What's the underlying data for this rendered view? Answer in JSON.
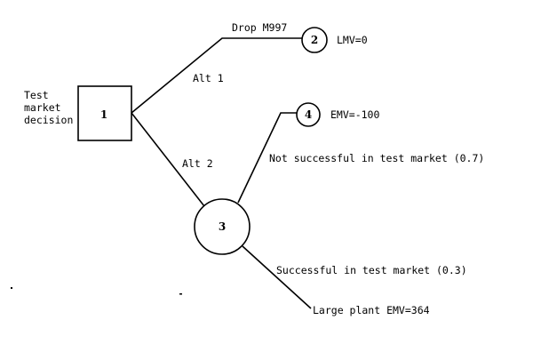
{
  "diagram": {
    "type": "decision-tree",
    "decision_label_lines": [
      "Test",
      "market",
      "decision"
    ],
    "nodes": {
      "n1": {
        "id": "1",
        "kind": "decision"
      },
      "n2": {
        "id": "2",
        "kind": "outcome",
        "label": "LMV=0"
      },
      "n3": {
        "id": "3",
        "kind": "chance"
      },
      "n4": {
        "id": "4",
        "kind": "outcome",
        "label": "EMV=-100"
      }
    },
    "edges": {
      "alt1": "Alt 1",
      "drop": "Drop M997",
      "alt2": "Alt 2",
      "not_successful": "Not successful in test market (0.7)",
      "successful": "Successful in test market (0.3)",
      "large_plant": "Large plant EMV=364"
    }
  }
}
